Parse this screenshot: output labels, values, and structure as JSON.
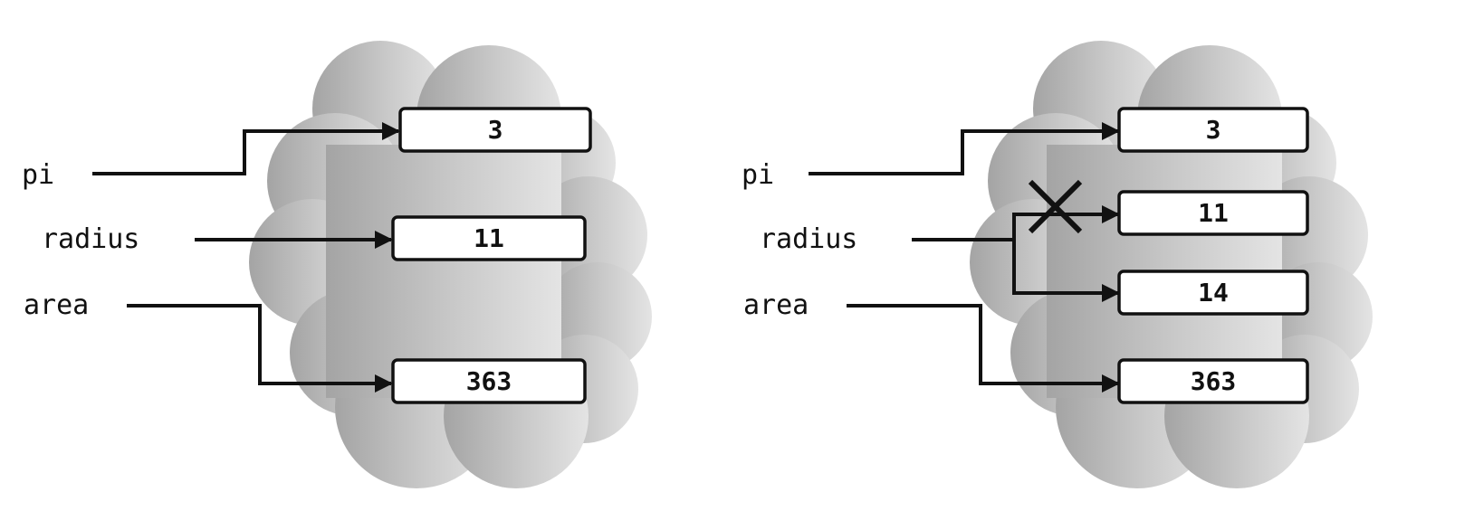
{
  "diagrams": [
    {
      "variables": [
        {
          "name": "pi",
          "targets": [
            "v_pi"
          ]
        },
        {
          "name": "radius",
          "targets": [
            "v_r"
          ]
        },
        {
          "name": "area",
          "targets": [
            "v_area"
          ]
        }
      ],
      "values": [
        {
          "id": "v_pi",
          "text": "3"
        },
        {
          "id": "v_r",
          "text": "11"
        },
        {
          "id": "v_area",
          "text": "363"
        }
      ]
    },
    {
      "variables": [
        {
          "name": "pi",
          "targets": [
            "v_pi"
          ]
        },
        {
          "name": "radius",
          "targets": [
            "v_r_old",
            "v_r_new"
          ],
          "crossed_target": "v_r_old"
        },
        {
          "name": "area",
          "targets": [
            "v_area"
          ]
        }
      ],
      "values": [
        {
          "id": "v_pi",
          "text": "3"
        },
        {
          "id": "v_r_old",
          "text": "11"
        },
        {
          "id": "v_r_new",
          "text": "14"
        },
        {
          "id": "v_area",
          "text": "363"
        }
      ]
    }
  ]
}
